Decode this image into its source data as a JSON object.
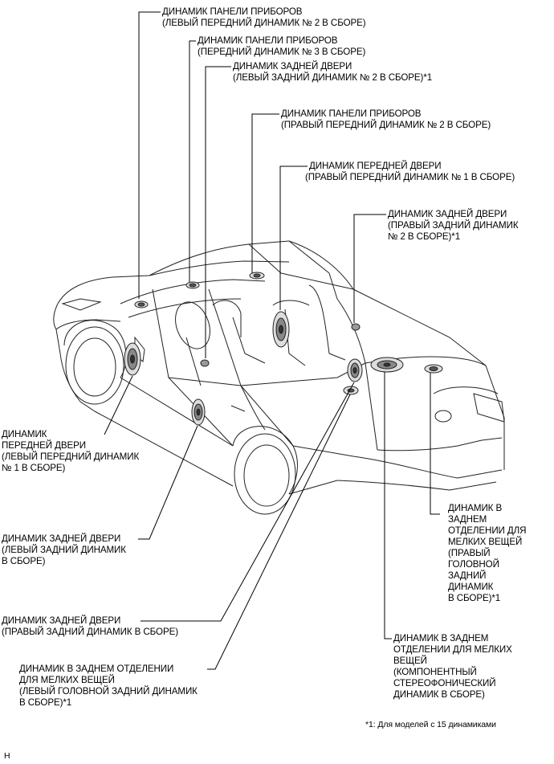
{
  "labels": {
    "dash_left": [
      "ДИНАМИК ПАНЕЛИ ПРИБОРОВ",
      "(ЛЕВЫЙ ПЕРЕДНИЙ ДИНАМИК № 2 В СБОРЕ)"
    ],
    "dash_center": [
      "ДИНАМИК ПАНЕЛИ ПРИБОРОВ",
      "(ПЕРЕДНИЙ ДИНАМИК № 3 В СБОРЕ)"
    ],
    "rear_door_left_2": [
      "ДИНАМИК ЗАДНЕЙ ДВЕРИ",
      "(ЛЕВЫЙ ЗАДНИЙ ДИНАМИК № 2 В СБОРЕ)*1"
    ],
    "dash_right": [
      "ДИНАМИК ПАНЕЛИ ПРИБОРОВ",
      "(ПРАВЫЙ ПЕРЕДНИЙ ДИНАМИК № 2 В СБОРЕ)"
    ],
    "front_door_right": [
      "ДИНАМИК ПЕРЕДНЕЙ ДВЕРИ",
      "(ПРАВЫЙ ПЕРЕДНИЙ ДИНАМИК № 1 В СБОРЕ)"
    ],
    "rear_door_right_2": [
      "ДИНАМИК ЗАДНЕЙ ДВЕРИ",
      "(ПРАВЫЙ ЗАДНИЙ ДИНАМИК",
      "№ 2 В СБОРЕ)*1"
    ],
    "front_door_left": [
      "ДИНАМИК",
      "ПЕРЕДНЕЙ ДВЕРИ",
      "(ЛЕВЫЙ ПЕРЕДНИЙ ДИНАМИК",
      "№ 1 В СБОРЕ)"
    ],
    "rear_door_left": [
      "ДИНАМИК ЗАДНЕЙ ДВЕРИ",
      "(ЛЕВЫЙ ЗАДНИЙ ДИНАМИК",
      "В СБОРЕ)"
    ],
    "rear_door_right": [
      "ДИНАМИК ЗАДНЕЙ ДВЕРИ",
      "(ПРАВЫЙ ЗАДНИЙ ДИНАМИК В СБОРЕ)"
    ],
    "package_left": [
      "ДИНАМИК В ЗАДНЕМ ОТДЕЛЕНИИ",
      "ДЛЯ МЕЛКИХ ВЕЩЕЙ",
      "(ЛЕВЫЙ ГОЛОВНОЙ ЗАДНИЙ ДИНАМИК",
      "В СБОРЕ)*1"
    ],
    "package_right": [
      "ДИНАМИК В",
      "ЗАДНЕМ",
      "ОТДЕЛЕНИИ ДЛЯ",
      "МЕЛКИХ ВЕЩЕЙ",
      "(ПРАВЫЙ",
      "ГОЛОВНОЙ",
      "ЗАДНИЙ",
      "ДИНАМИК",
      "В СБОРЕ)*1"
    ],
    "package_center": [
      "ДИНАМИК В ЗАДНЕМ",
      "ОТДЕЛЕНИИ ДЛЯ МЕЛКИХ",
      "ВЕЩЕЙ",
      "(КОМПОНЕНТНЫЙ",
      "СТЕРЕОФОНИЧЕСКИЙ",
      "ДИНАМИК В СБОРЕ)"
    ]
  },
  "footnote": "*1: Для моделей с 15 динамиками",
  "corner_code": "H"
}
